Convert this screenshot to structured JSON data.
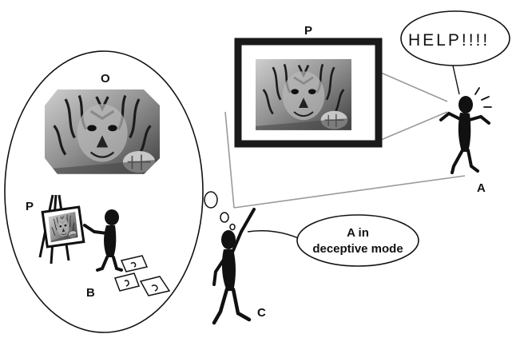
{
  "labels": {
    "o": "O",
    "p_frame": "P",
    "p_easel": "P",
    "a": "A",
    "b": "B",
    "c": "C"
  },
  "speech": {
    "help": "HELP!!!!",
    "deceptive_line1": "A in",
    "deceptive_line2": "deceptive mode"
  },
  "colors": {
    "ink": "#111111",
    "frame": "#1a1a1a",
    "line_gray": "#9a9a9a"
  }
}
